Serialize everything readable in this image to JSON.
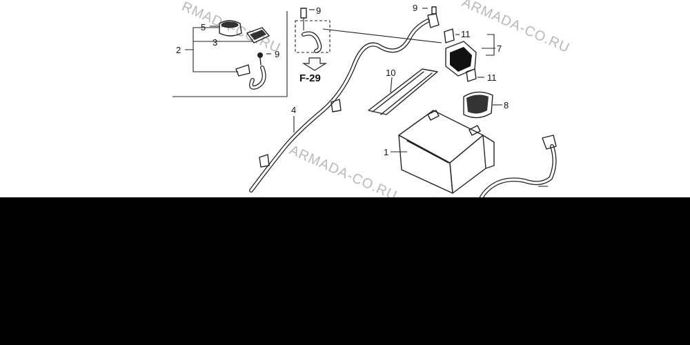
{
  "watermarks": [
    "RMADA-CO.RU",
    "ARMADA-CO.RU",
    "ARMADA-CO.RU"
  ],
  "reference": "F-29",
  "callouts": {
    "c1": "1",
    "c2": "2",
    "c3": "3",
    "c4": "4",
    "c5": "5",
    "c7": "7",
    "c8": "8",
    "c9a": "9",
    "c9b": "9",
    "c9c": "9",
    "c10": "10",
    "c11a": "11",
    "c11b": "11"
  },
  "colors": {
    "line": "#222222",
    "background": "#ffffff",
    "band": "#000000",
    "watermark": "#b9b9b9"
  }
}
